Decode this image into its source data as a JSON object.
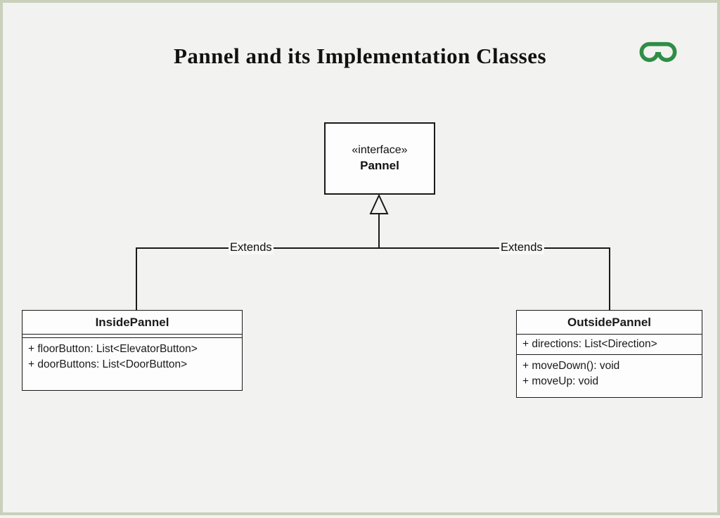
{
  "page": {
    "background_color": "#f2f2f1",
    "frame_color": "#c9d0bc",
    "line_color": "#1a1a1a"
  },
  "header": {
    "title": "Pannel and its Implementation Classes",
    "logo": {
      "label": "GeeksforGeeks logo",
      "color": "#2f8d46"
    }
  },
  "diagram": {
    "interface": {
      "stereotype": "«interface»",
      "name": "Pannel"
    },
    "connectors": {
      "left_label": "Extends",
      "right_label": "Extends"
    },
    "classes": {
      "inside": {
        "name": "InsidePannel",
        "attributes": [
          "+ floorButton: List<ElevatorButton>",
          "+ doorButtons: List<DoorButton>"
        ]
      },
      "outside": {
        "name": "OutsidePannel",
        "attributes": [
          "+ directions: List<Direction>"
        ],
        "methods": [
          "+ moveDown(): void",
          "+ moveUp: void"
        ]
      }
    }
  }
}
